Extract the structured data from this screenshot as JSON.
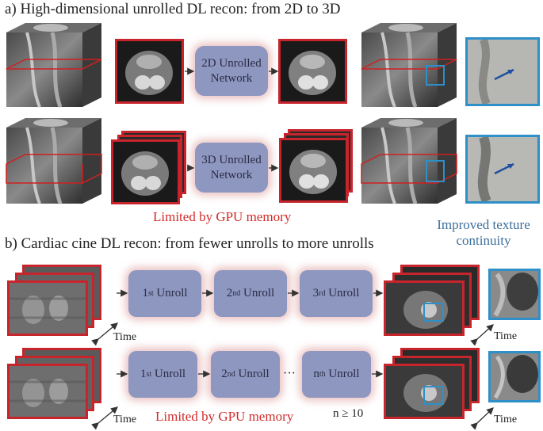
{
  "section_a": {
    "title": "a) High-dimensional unrolled DL recon: from 2D to 3D",
    "net_2d": [
      "2D Unrolled",
      "Network"
    ],
    "net_3d": [
      "3D Unrolled",
      "Network"
    ],
    "limit_note": "Limited by GPU memory",
    "improved_note": [
      "Improved texture",
      "continuity"
    ]
  },
  "section_b": {
    "title": "b) Cardiac cine DL recon: from fewer unrolls to more unrolls",
    "row1_unrolls": [
      {
        "num": "1",
        "sup": "st",
        "label": "Unroll"
      },
      {
        "num": "2",
        "sup": "nd",
        "label": "Unroll"
      },
      {
        "num": "3",
        "sup": "rd",
        "label": "Unroll"
      }
    ],
    "row2_unrolls": [
      {
        "num": "1",
        "sup": "st",
        "label": "Unroll"
      },
      {
        "num": "2",
        "sup": "nd",
        "label": "Unroll"
      },
      {
        "num": "n",
        "sup": "th",
        "label": "Unroll"
      }
    ],
    "ellipsis": "···",
    "time_label": "Time",
    "limit_note": "Limited by GPU memory",
    "n_note": "n ≥ 10"
  }
}
